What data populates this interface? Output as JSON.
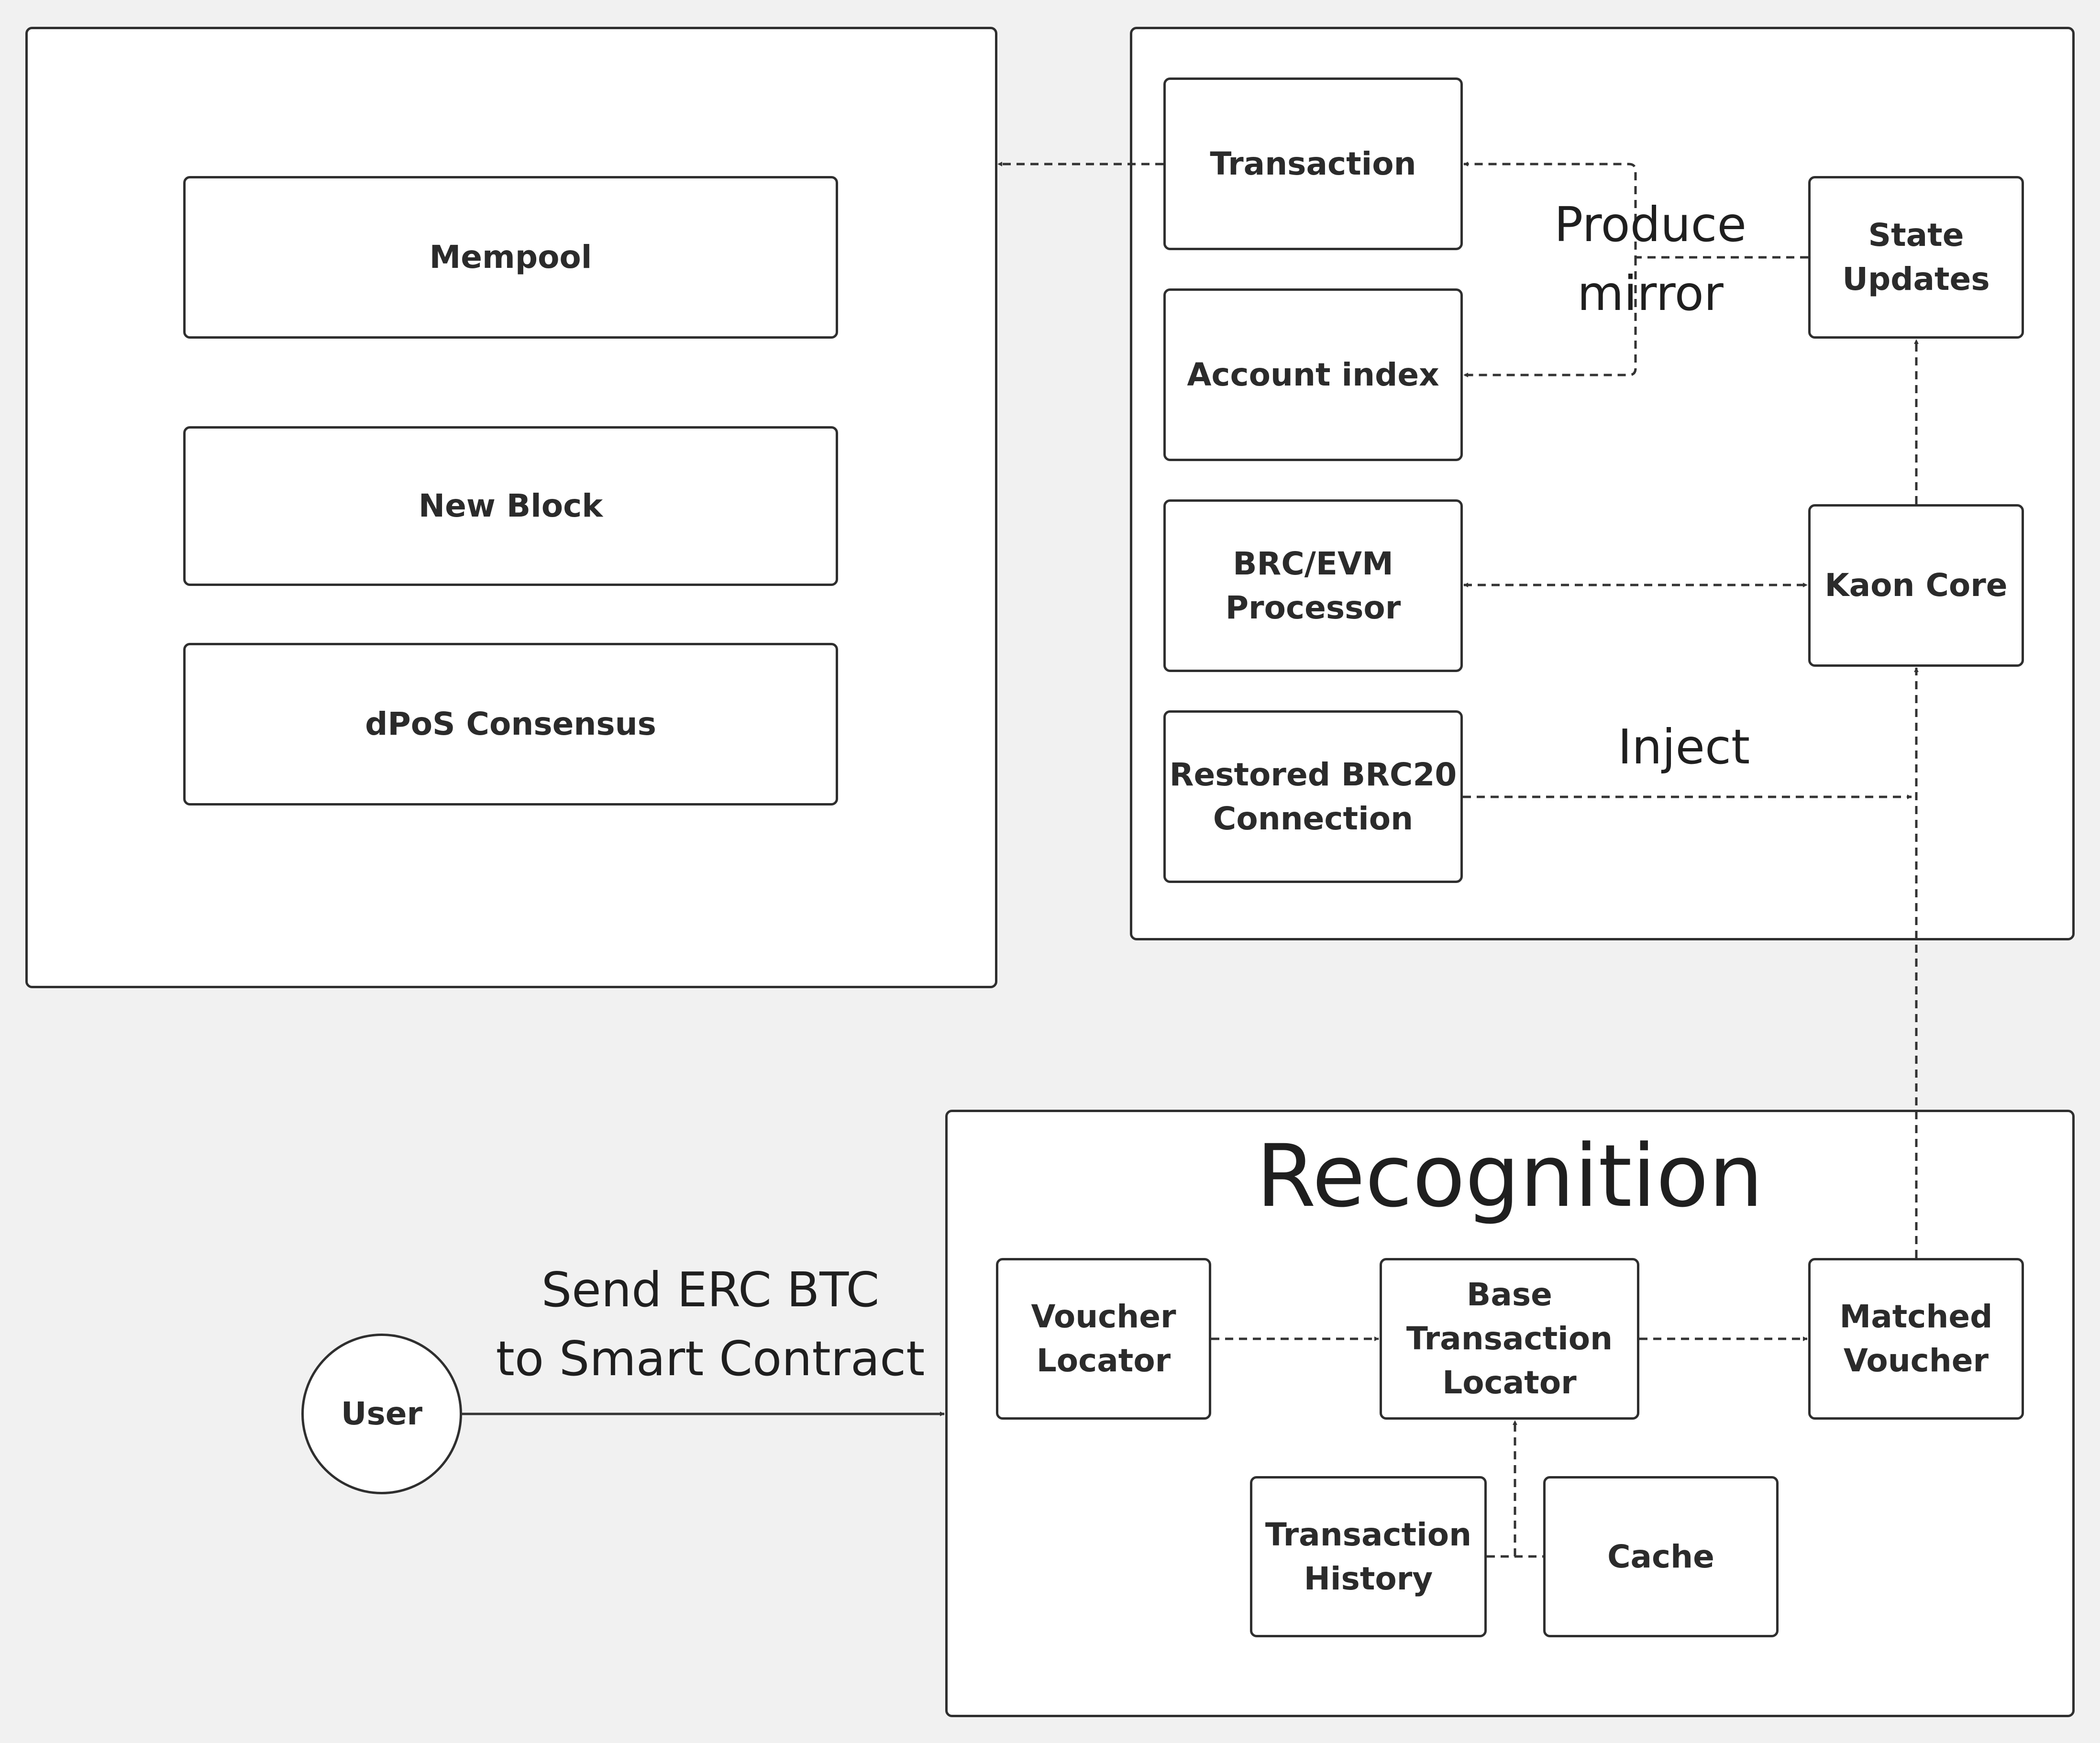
{
  "nodes": {
    "mempool": "Mempool",
    "new_block": "New Block",
    "dpos_consensus": "dPoS Consensus",
    "transaction": "Transaction",
    "account_index": "Account index",
    "brc_evm_processor": "BRC/EVM\nProcessor",
    "restored_brc20_connection": "Restored BRC20\nConnection",
    "state_updates": "State\nUpdates",
    "kaon_core": "Kaon Core",
    "voucher_locator": "Voucher\nLocator",
    "base_transaction_locator": "Base\nTransaction\nLocator",
    "matched_voucher": "Matched\nVoucher",
    "transaction_history": "Transaction\nHistory",
    "cache": "Cache",
    "user": "User"
  },
  "groups": {
    "recognition": "Recognition"
  },
  "edge_labels": {
    "produce_mirror": "Produce\nmirror",
    "inject": "Inject",
    "send_erc_btc": "Send ERC BTC\nto Smart Contract"
  },
  "colors": {
    "background": "#f1f1f1",
    "box_fill": "#ffffff",
    "stroke": "#2f2f2f",
    "text": "#2b2b2b"
  }
}
